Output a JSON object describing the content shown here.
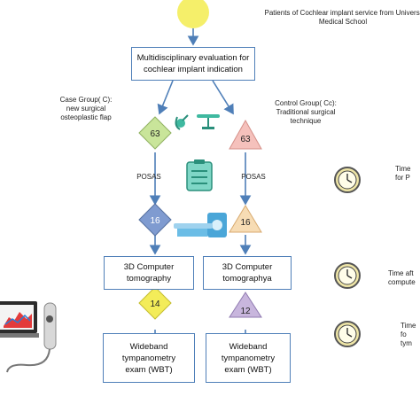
{
  "top_label": "Patients of Cochlear implant service from Universi\nMedical School",
  "evaluation_box": "Multidisciplinary evaluation for\ncochlear implant indication",
  "case_group": "Case Group( C):\nnew surgical\nosteoplastic flap",
  "control_group": "Control Group( Cc):\nTraditional surgical\ntechnique",
  "case_counts": [
    "63",
    "16",
    "14"
  ],
  "control_counts": [
    "63",
    "16",
    "12"
  ],
  "posas_left": "POSAS",
  "posas_right": "POSAS",
  "ct_left": "3D Computer\ntomography",
  "ct_right": "3D Computer\ntomographya",
  "wbt_left": "Wideband\ntympanometry\nexam (WBT)",
  "wbt_right": "Wideband\ntympanometry\nexam (WBT)",
  "time_labels": [
    "Time\nfor P",
    "Time aft\ncompute",
    "Time\nfo\ntym"
  ],
  "colors": {
    "arrow": "#4f7fb8",
    "box_border": "#4f7fb8",
    "start_circle": "#f5ef6a",
    "case_63": "#c9e59a",
    "case_16": "#7f9bd0",
    "case_14": "#f3ec59",
    "control_63": "#f5c1bc",
    "control_16": "#f7dcb4",
    "control_12": "#c8b6dd"
  },
  "icons": [
    "start-circle",
    "microscope-icon",
    "operating-table-icon",
    "clipboard-icon",
    "ct-scanner-icon",
    "clock-icon",
    "tympanometer-device-icon"
  ]
}
